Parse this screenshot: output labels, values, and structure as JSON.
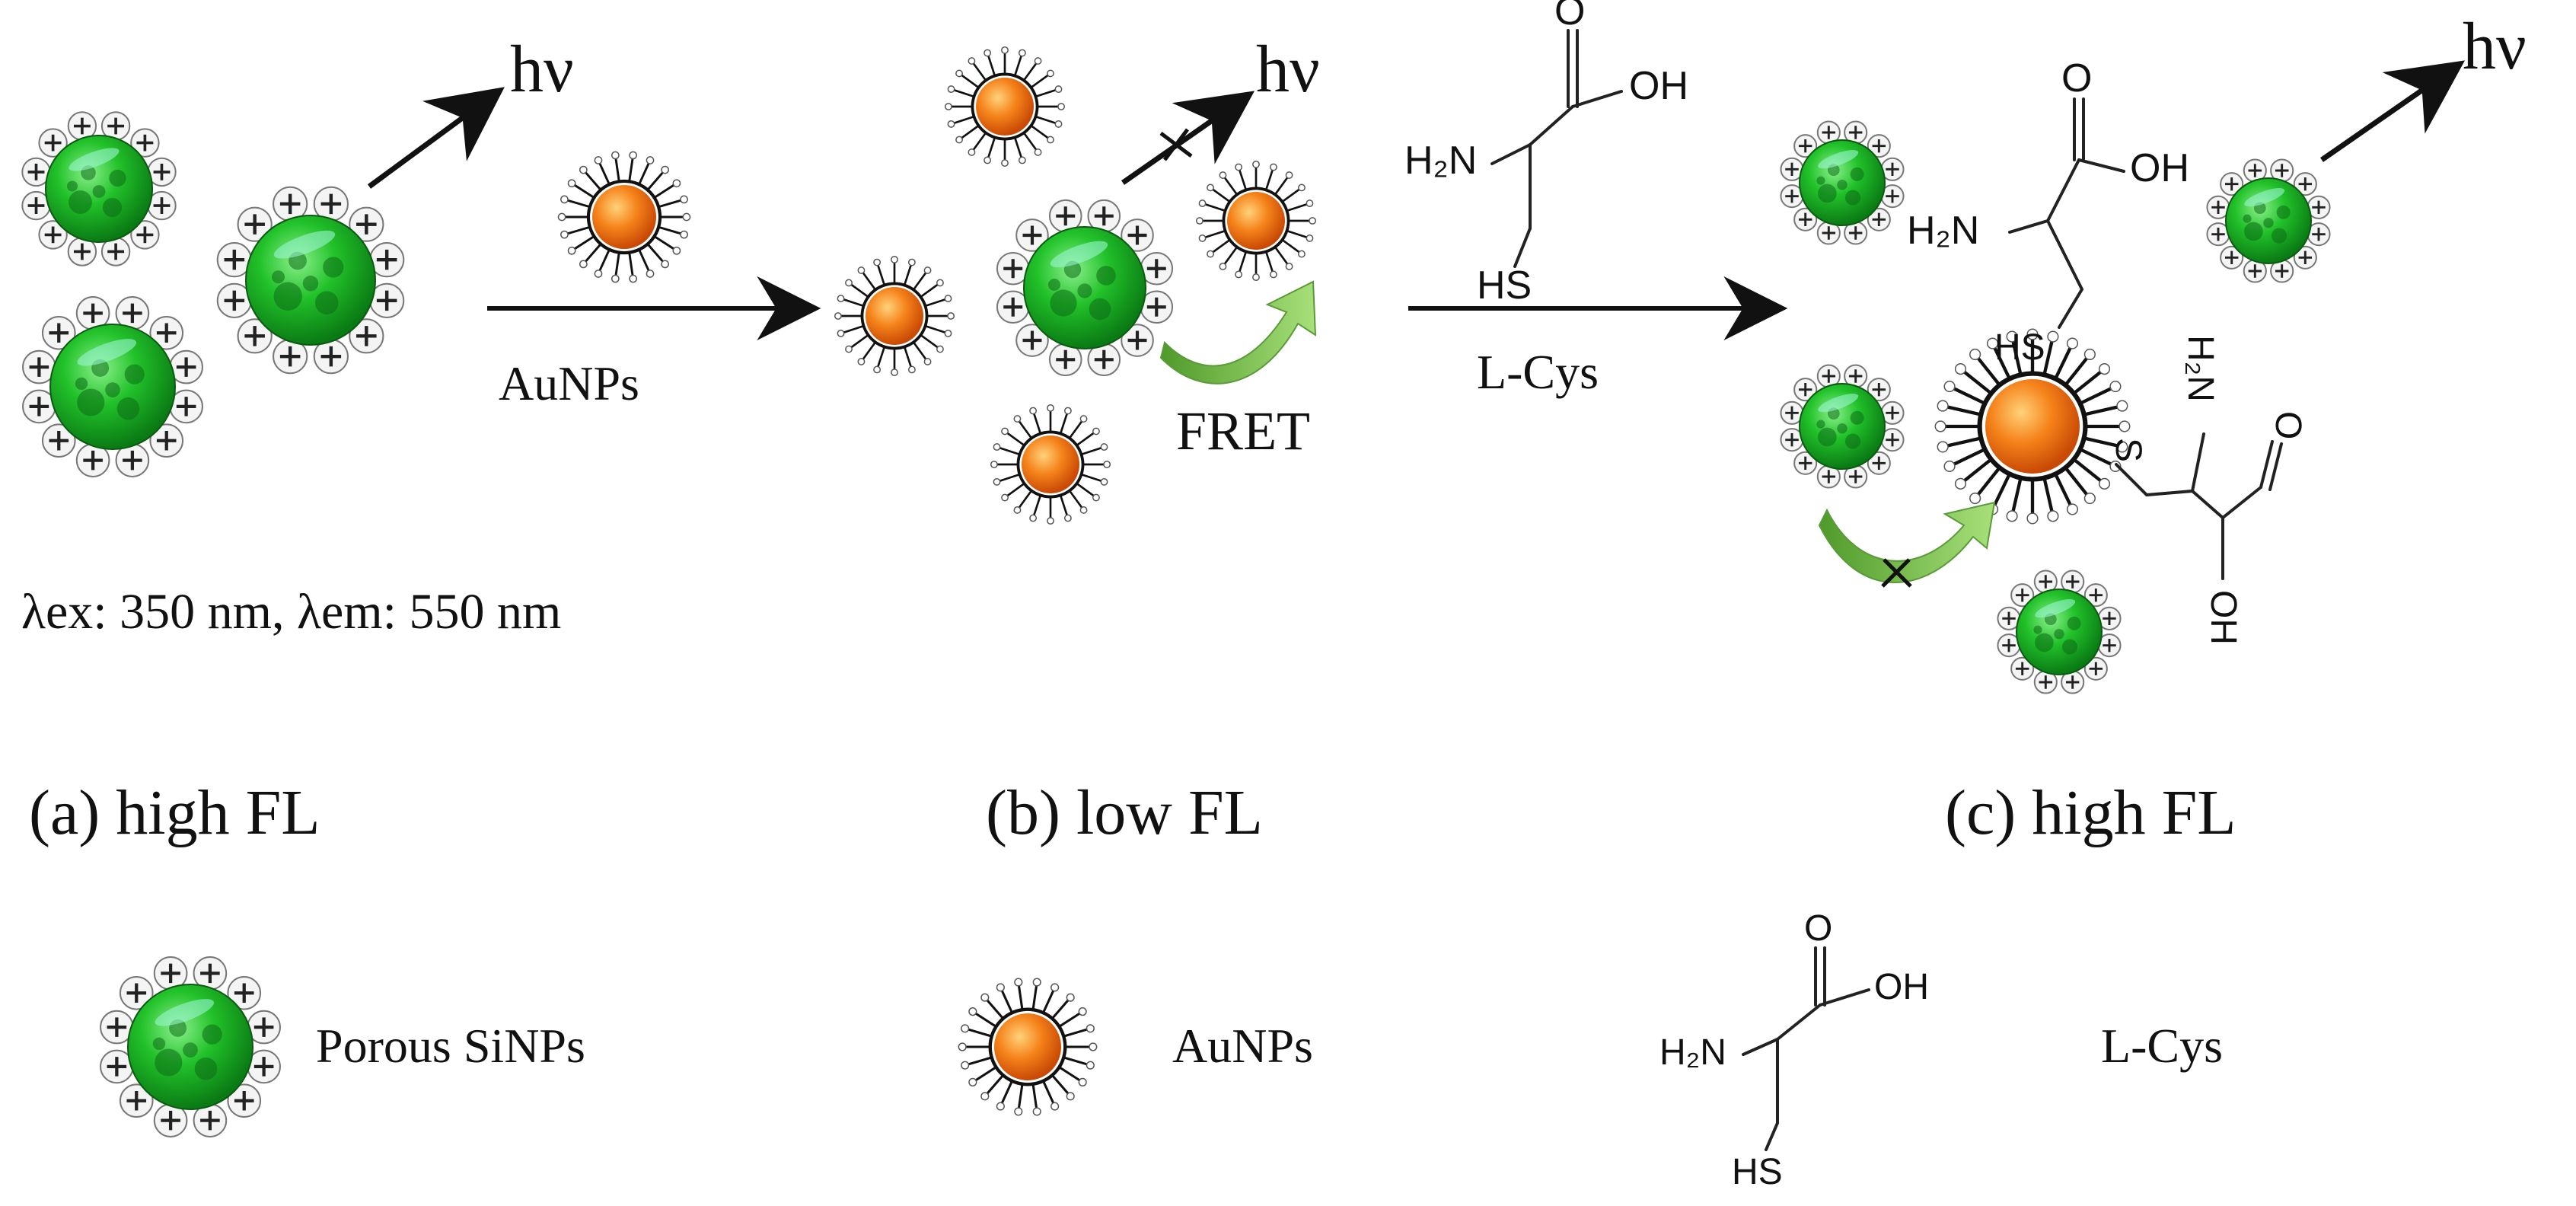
{
  "annotations": {
    "photon_symbol": "hν",
    "wavelengths": "λex: 350 nm, λem: 550 nm",
    "fret": "FRET"
  },
  "steps": [
    {
      "caption": "(a) high FL"
    },
    {
      "caption": "(b) low FL"
    },
    {
      "caption": "(c) high FL"
    }
  ],
  "arrows": [
    {
      "label": "AuNPs"
    },
    {
      "label": "L-Cys"
    }
  ],
  "molecule": {
    "carboxyl": "OH",
    "amine": "H₂N",
    "thiol": "HS",
    "thiol_bound": "S",
    "amine_rotated": "H₂N",
    "carboxyl_rotated": "OH"
  },
  "legend": [
    {
      "label": "Porous SiNPs"
    },
    {
      "label": "AuNPs"
    },
    {
      "label": "L-Cys"
    }
  ],
  "colors": {
    "sinp_core": "#22c22a",
    "sinp_dark": "#0d6b16",
    "aunp_core": "#f07a10",
    "aunp_light": "#ffc060",
    "fret_arrow": "#7cc04a"
  }
}
